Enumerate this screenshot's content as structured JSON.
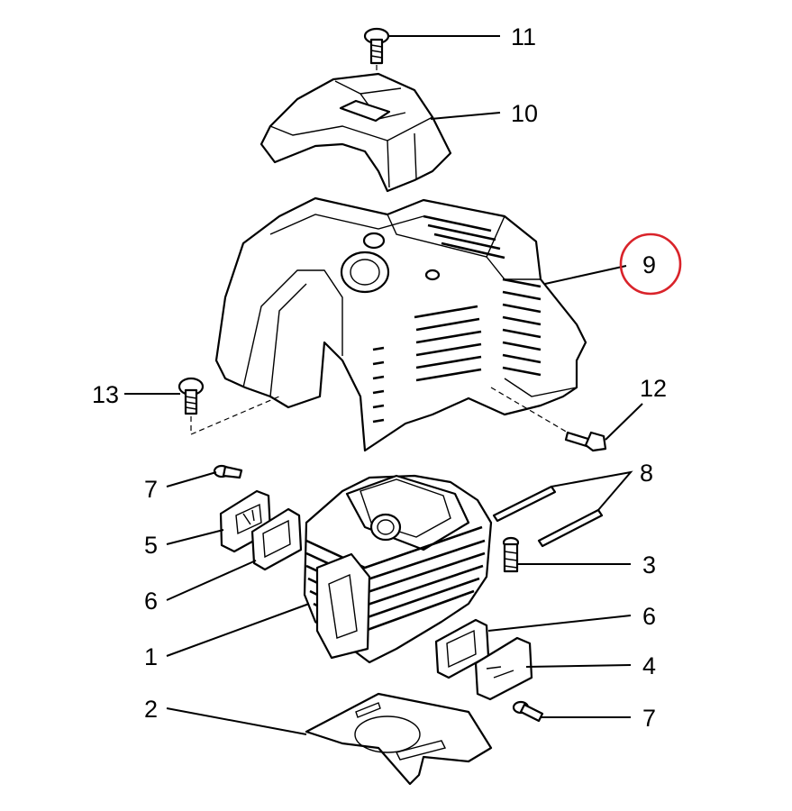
{
  "diagram": {
    "highlight_color": "#d9232a",
    "callouts": {
      "c11": "11",
      "c10": "10",
      "c9": "9",
      "c13": "13",
      "c12": "12",
      "c8": "8",
      "c7a": "7",
      "c5": "5",
      "c3": "3",
      "c6a": "6",
      "c6b": "6",
      "c1": "1",
      "c4": "4",
      "c2": "2",
      "c7b": "7"
    }
  }
}
